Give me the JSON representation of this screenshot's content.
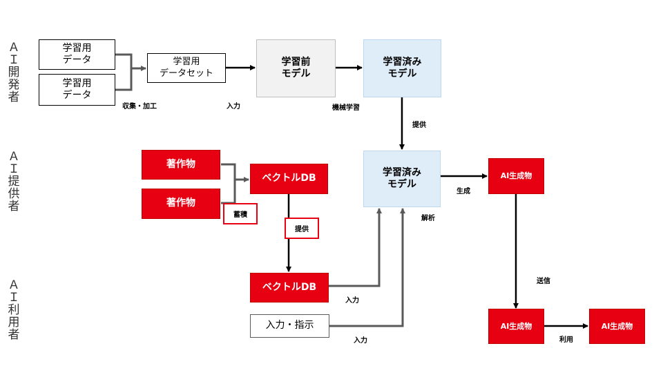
{
  "roles": {
    "developer": "ＡＩ開発者",
    "provider": "ＡＩ提供者",
    "user": "ＡＩ利用者"
  },
  "developer": {
    "data1": "学習用\nデータ",
    "data2": "学習用\nデータ",
    "dataset": "学習用\nデータセット",
    "pre_model": "学習前\nモデル",
    "trained_model": "学習済み\nモデル",
    "collect_label": "収集・加工",
    "input_label": "入力",
    "ml_label": "機械学習"
  },
  "provide_label": "提供",
  "provider": {
    "work1": "著作物",
    "work2": "著作物",
    "vector_db": "ベクトルDB",
    "accumulate_label": "蓄積",
    "provide_label": "提供",
    "trained_model": "学習済み\nモデル",
    "analysis_label": "解析",
    "generate_label": "生成",
    "ai_output": "AI生成物"
  },
  "user": {
    "vector_db": "ベクトルDB",
    "input_label_1": "入力",
    "instruction": "入力・指示",
    "input_label_2": "入力",
    "send_label": "送信",
    "ai_output_received": "AI生成物",
    "use_label": "利用",
    "ai_output_used": "AI生成物"
  },
  "colors": {
    "red": "#e60012",
    "light_blue": "#dfedf9",
    "light_gray": "#f2f2f2",
    "dark_arrow": "#000000",
    "gray_arrow": "#595959"
  }
}
